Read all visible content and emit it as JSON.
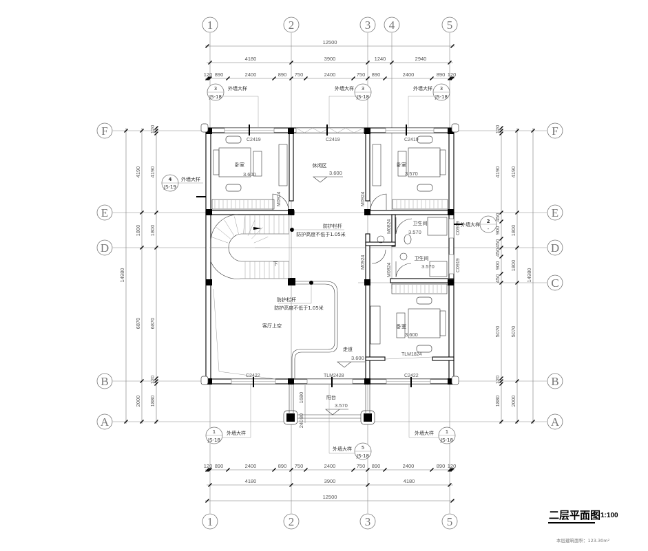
{
  "title": {
    "main": "二层平面图",
    "scale": "1:100",
    "area_note": "本层建筑面积：123.30m²"
  },
  "axes": {
    "columns": [
      "1",
      "2",
      "3",
      "4",
      "5"
    ],
    "rows": [
      "F",
      "E",
      "D",
      "C",
      "B",
      "A"
    ]
  },
  "dims_top": {
    "overall": "12500",
    "axis": [
      "4180",
      "3900",
      "1240",
      "2940"
    ],
    "detail": [
      "120",
      "890",
      "2400",
      "890",
      "750",
      "2400",
      "750",
      "890",
      "2400",
      "890",
      "120"
    ]
  },
  "dims_bottom": {
    "overall": "12500",
    "axis": [
      "4180",
      "3900",
      "4180"
    ],
    "detail": [
      "120",
      "890",
      "2400",
      "890",
      "750",
      "2400",
      "750",
      "890",
      "2400",
      "890",
      "120"
    ]
  },
  "dims_left": {
    "overall": "14980",
    "axis": [
      "4190",
      "1800",
      "6870",
      "2000"
    ],
    "detail": [
      "120",
      "4190",
      "1800",
      "6870",
      "120",
      "1880"
    ]
  },
  "dims_right": {
    "overall": "14980",
    "axis": [
      "4190",
      "1800",
      "1800",
      "5070",
      "2000"
    ],
    "detail": [
      "120",
      "4190",
      "450",
      "900",
      "450",
      "450",
      "900",
      "450",
      "5070",
      "120",
      "1880"
    ]
  },
  "balcony_dims": [
    "1680",
    "80",
    "240"
  ],
  "rooms": [
    {
      "name": "卧室",
      "elev": "3.600"
    },
    {
      "name": "休闲区",
      "elev": "3.600"
    },
    {
      "name": "卧室",
      "elev": "3.570"
    },
    {
      "name": "卫生间",
      "elev": "3.570"
    },
    {
      "name": "卫生间",
      "elev": "3.570"
    },
    {
      "name": "卧室",
      "elev": "3.600"
    },
    {
      "name": "客厅上空",
      "elev": ""
    },
    {
      "name": "走道",
      "elev": "3.600"
    },
    {
      "name": "阳台",
      "elev": "3.570"
    }
  ],
  "notes": {
    "railing": "防护栏杆",
    "railing_height": "防护高度不低于1.05米",
    "stair_down": "下"
  },
  "openings": {
    "c2419_left": "C2419",
    "c2419_mid": "C2419",
    "c2419_right": "C2419",
    "m0924_a": "M0924",
    "m0924_b": "M0924",
    "m0824_a": "M0824",
    "m0924_c": "M0924",
    "m0824_b": "M0824",
    "c0919_a": "C0919",
    "c0919_b": "C0919",
    "tlm1824": "TLM1824",
    "c2422_left": "C2422",
    "tlm2428": "TLM2428",
    "c2422_right": "C2422"
  },
  "callouts": {
    "label": "外墙大样",
    "top": [
      {
        "num": "3",
        "ref": "JS-18"
      },
      {
        "num": "3",
        "ref": "JS-18"
      },
      {
        "num": "3",
        "ref": "JS-18"
      }
    ],
    "left": {
      "num": "4",
      "ref": "JS-19"
    },
    "right": {
      "num": "2",
      "ref": "-"
    },
    "bottom": [
      {
        "num": "1",
        "ref": "JS-18"
      },
      {
        "num": "5",
        "ref": "JS-18"
      },
      {
        "num": "1",
        "ref": "JS-18"
      }
    ]
  }
}
